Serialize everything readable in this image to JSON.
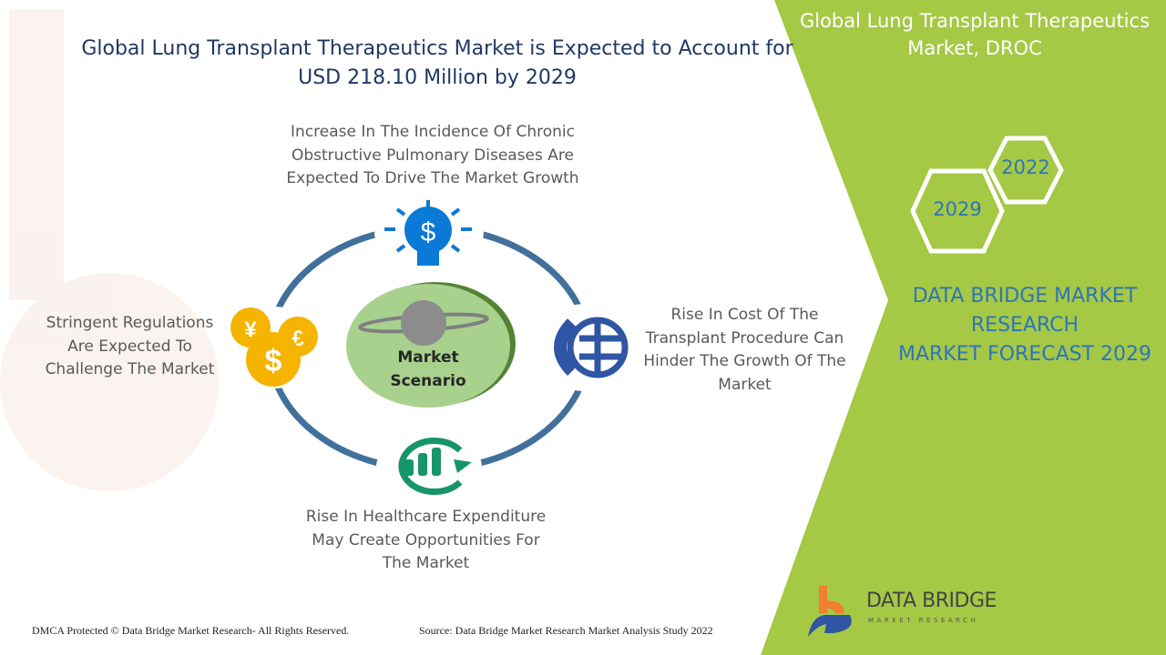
{
  "title": "Global Lung Transplant Therapeutics Market is Expected to Account for USD 218.10 Million by 2029",
  "panel": {
    "heading": "Global Lung Transplant Therapeutics Market, DROC",
    "hex_2022": "2022",
    "hex_2029": "2029",
    "line1": "DATA BRIDGE MARKET",
    "line2": "RESEARCH",
    "line3": "MARKET FORECAST 2029",
    "color": "#a5c845"
  },
  "center": {
    "line1": "Market",
    "line2": "Scenario"
  },
  "drivers": {
    "top": "Increase In The Incidence Of Chronic Obstructive Pulmonary Diseases Are Expected To Drive The Market Growth",
    "right": "Rise In Cost Of The Transplant Procedure Can Hinder The Growth Of The Market",
    "bottom": "Rise In Healthcare Expenditure May Create Opportunities For The Market",
    "left": "Stringent Regulations Are Expected To Challenge The Market"
  },
  "logo": {
    "name": "DATA BRIDGE",
    "sub": "MARKET RESEARCH"
  },
  "footer": {
    "left": "DMCA Protected © Data Bridge Market Research- All Rights Reserved.",
    "right": "Source: Data Bridge Market Research Market Analysis Study 2022"
  }
}
